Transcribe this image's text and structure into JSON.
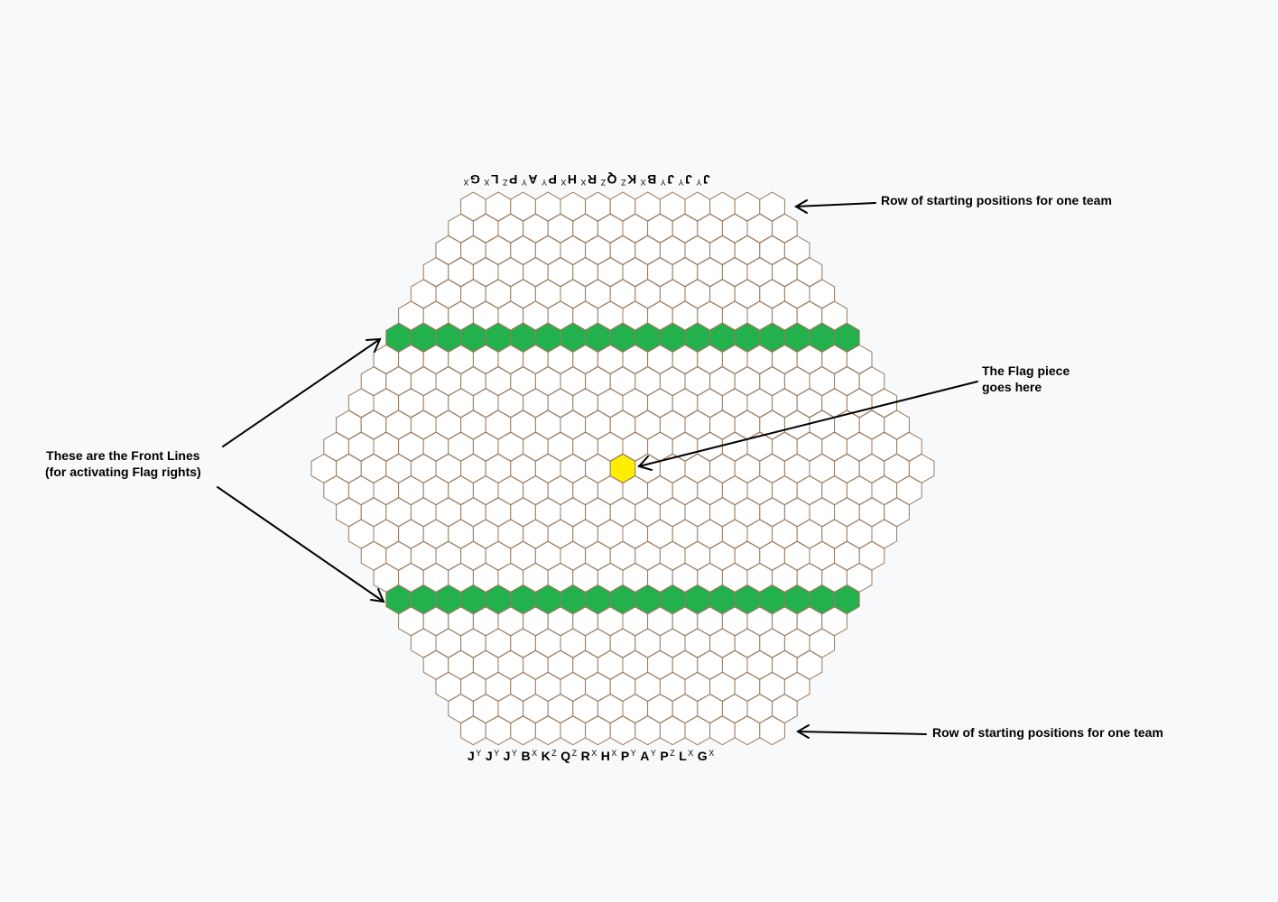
{
  "annotations": {
    "top_row": "Row of starting positions for one team",
    "bottom_row": "Row of starting positions for one team",
    "front_lines": "These are the Front Lines\n(for activating Flag rights)",
    "flag": "The Flag piece\ngoes here"
  },
  "pieces": {
    "bottom": [
      {
        "letter": "J",
        "sup": "Y"
      },
      {
        "letter": "J",
        "sup": "Y"
      },
      {
        "letter": "J",
        "sup": "Y"
      },
      {
        "letter": "B",
        "sup": "X"
      },
      {
        "letter": "K",
        "sup": "Z"
      },
      {
        "letter": "Q",
        "sup": "Z"
      },
      {
        "letter": "R",
        "sup": "X"
      },
      {
        "letter": "H",
        "sup": "X"
      },
      {
        "letter": "P",
        "sup": "Y"
      },
      {
        "letter": "A",
        "sup": "Y"
      },
      {
        "letter": "P",
        "sup": "Z"
      },
      {
        "letter": "L",
        "sup": "X"
      },
      {
        "letter": "G",
        "sup": "X"
      }
    ],
    "top": [
      {
        "letter": "J",
        "sup": "Y"
      },
      {
        "letter": "J",
        "sup": "Y"
      },
      {
        "letter": "J",
        "sup": "Y"
      },
      {
        "letter": "B",
        "sup": "X"
      },
      {
        "letter": "K",
        "sup": "Z"
      },
      {
        "letter": "Q",
        "sup": "Z"
      },
      {
        "letter": "R",
        "sup": "X"
      },
      {
        "letter": "H",
        "sup": "X"
      },
      {
        "letter": "P",
        "sup": "Y"
      },
      {
        "letter": "A",
        "sup": "Y"
      },
      {
        "letter": "P",
        "sup": "Z"
      },
      {
        "letter": "L",
        "sup": "X"
      },
      {
        "letter": "G",
        "sup": "X"
      }
    ]
  },
  "colors": {
    "background": "#f8f9fb",
    "cell_fill": "#ffffff",
    "cell_stroke": "#9a7a5e",
    "front_line_fill": "#22b14c",
    "flag_fill": "#ffee00",
    "arrow": "#000000"
  }
}
